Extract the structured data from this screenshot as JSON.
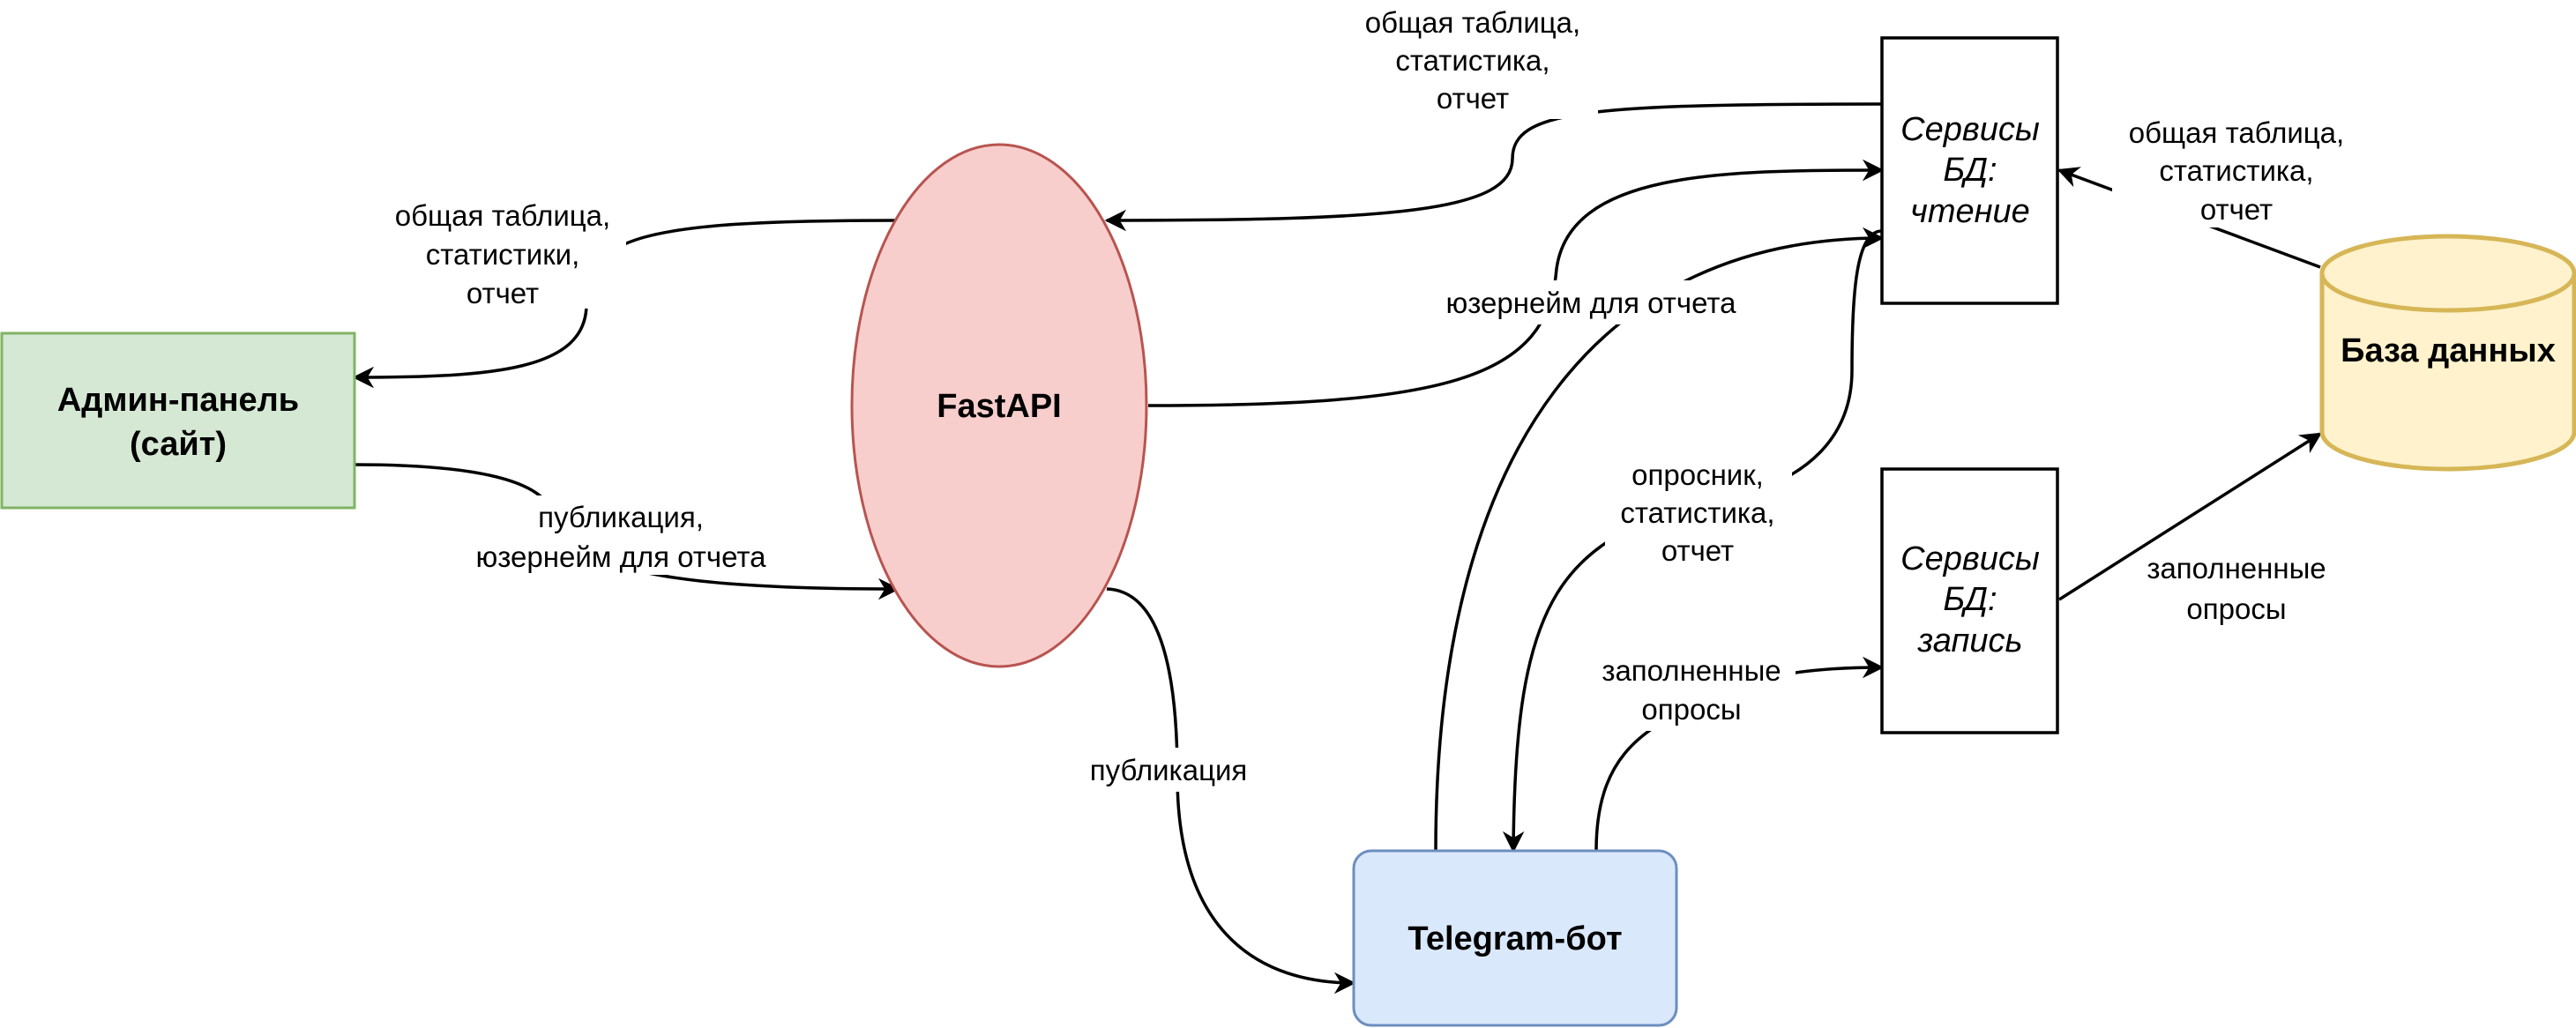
{
  "nodes": {
    "admin": {
      "lines": [
        "Админ-панель",
        "(сайт)"
      ],
      "fill": "#d5e8d4",
      "stroke": "#82b366"
    },
    "fastapi": {
      "lines": [
        "FastAPI"
      ],
      "fill": "#f8cecc",
      "stroke": "#b85450"
    },
    "telegram": {
      "lines": [
        "Telegram-бот"
      ],
      "fill": "#dae8fc",
      "stroke": "#6c8ebf"
    },
    "read_services": {
      "lines": [
        "Сервисы",
        "БД:",
        "чтение"
      ],
      "fill": "#ffffff",
      "stroke": "#000000"
    },
    "write_services": {
      "lines": [
        "Сервисы",
        "БД:",
        "запись"
      ],
      "fill": "#ffffff",
      "stroke": "#000000"
    },
    "database": {
      "lines": [
        "База данных"
      ],
      "fill": "#fff2cc",
      "stroke": "#d6b656"
    }
  },
  "edges": {
    "fastapi_to_admin": {
      "lines": [
        "общая таблица,",
        "статистики,",
        "отчет"
      ]
    },
    "admin_to_fastapi": {
      "lines": [
        "публикация,",
        "юзернейм для отчета"
      ]
    },
    "read_to_fastapi": {
      "lines": [
        "общая таблица,",
        "статистика,",
        "отчет"
      ]
    },
    "fastapi_to_read": {
      "lines": [
        "юзернейм для отчета"
      ]
    },
    "fastapi_to_telegram": {
      "lines": [
        "публикация"
      ]
    },
    "read_to_telegram": {
      "lines": [
        "опросник,",
        "статистика,",
        "отчет"
      ]
    },
    "telegram_to_write": {
      "lines": [
        "заполненные",
        "опросы"
      ]
    },
    "db_to_read": {
      "lines": [
        "общая таблица,",
        "статистика,",
        "отчет"
      ]
    },
    "write_to_db": {
      "lines": [
        "заполненные",
        "опросы"
      ]
    }
  }
}
